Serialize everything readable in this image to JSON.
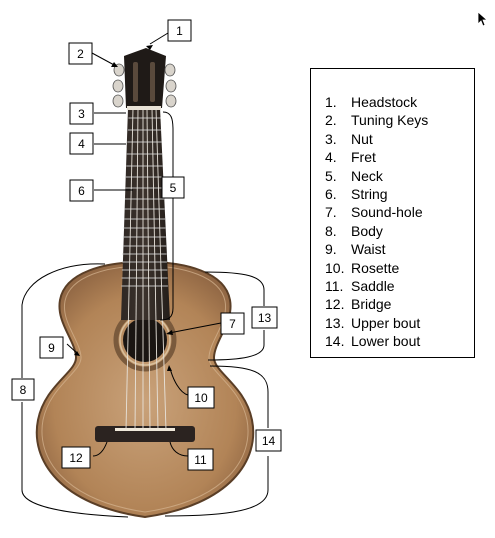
{
  "callouts": [
    {
      "number": "1",
      "part": "Headstock"
    },
    {
      "number": "2",
      "part": "Tuning Keys"
    },
    {
      "number": "3",
      "part": "Nut"
    },
    {
      "number": "4",
      "part": "Fret"
    },
    {
      "number": "5",
      "part": "Neck"
    },
    {
      "number": "6",
      "part": "String"
    },
    {
      "number": "7",
      "part": "Sound-hole"
    },
    {
      "number": "8",
      "part": "Body"
    },
    {
      "number": "9",
      "part": "Waist"
    },
    {
      "number": "10",
      "part": "Rosette"
    },
    {
      "number": "11",
      "part": "Saddle"
    },
    {
      "number": "12",
      "part": "Bridge"
    },
    {
      "number": "13",
      "part": "Upper bout"
    },
    {
      "number": "14",
      "part": "Lower bout"
    }
  ],
  "legend": {
    "items": [
      {
        "num": "1.",
        "text": "Headstock"
      },
      {
        "num": "2.",
        "text": "Tuning Keys"
      },
      {
        "num": "3.",
        "text": "Nut"
      },
      {
        "num": "4.",
        "text": "Fret"
      },
      {
        "num": "5.",
        "text": "Neck"
      },
      {
        "num": "6.",
        "text": "String"
      },
      {
        "num": "7.",
        "text": "Sound-hole"
      },
      {
        "num": "8.",
        "text": "Body"
      },
      {
        "num": "9.",
        "text": "Waist"
      },
      {
        "num": "10.",
        "text": "Rosette"
      },
      {
        "num": "11.",
        "text": "Saddle"
      },
      {
        "num": "12.",
        "text": "Bridge"
      },
      {
        "num": "13.",
        "text": "Upper bout"
      },
      {
        "num": "14.",
        "text": "Lower bout"
      }
    ]
  },
  "colors": {
    "wood_body": "#b78a5e",
    "wood_dark": "#6b4a2e",
    "fretboard": "#2a2420",
    "headstock": "#1f1a17",
    "soundhole": "#1a1512",
    "bridge": "#2b2320",
    "line": "#000000"
  },
  "icons": {
    "cursor": "arrow-cursor-icon"
  }
}
